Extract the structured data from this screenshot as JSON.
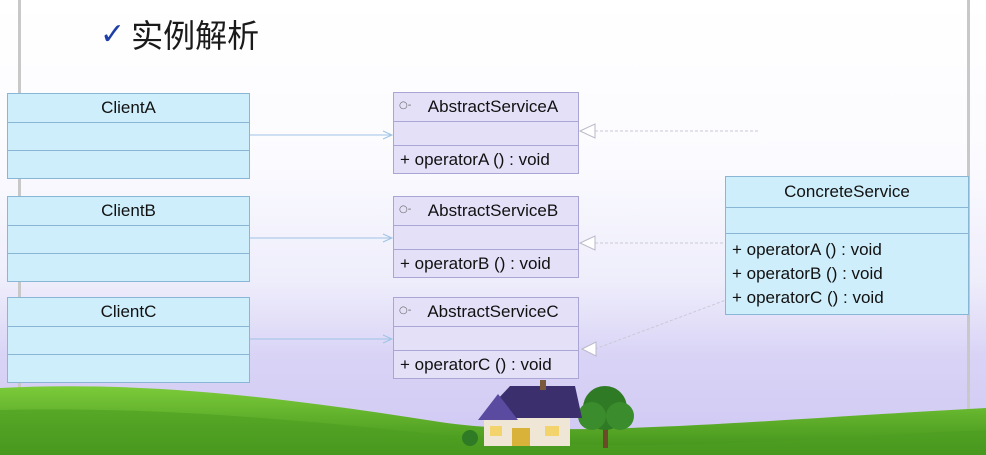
{
  "title": {
    "check": "✓",
    "text": "实例解析"
  },
  "clients": [
    {
      "name": "ClientA"
    },
    {
      "name": "ClientB"
    },
    {
      "name": "ClientC"
    }
  ],
  "abstract_services": [
    {
      "name": "AbstractServiceA",
      "operation": "+ operatorA () : void"
    },
    {
      "name": "AbstractServiceB",
      "operation": "+ operatorB () : void"
    },
    {
      "name": "AbstractServiceC",
      "operation": "+ operatorC () : void"
    }
  ],
  "concrete_service": {
    "name": "ConcreteService",
    "operations": [
      "+ operatorA () : void",
      "+ operatorB () : void",
      "+ operatorC () : void"
    ]
  },
  "colors": {
    "client_fill": "#cfeefb",
    "abstract_fill": "#e3e0f8",
    "check": "#1f3fa8",
    "grass": "#5cae2a"
  }
}
